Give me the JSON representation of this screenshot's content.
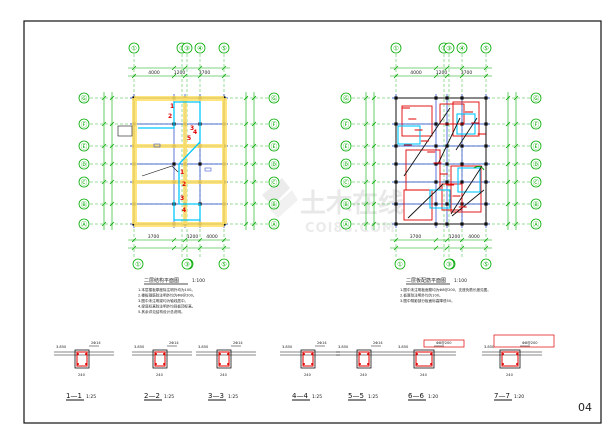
{
  "sheet": {
    "page_number": "04",
    "watermark_main": "土木在线",
    "watermark_sub": "COI88.COM"
  },
  "left_plan": {
    "top_axes": [
      "①",
      "②",
      "③",
      "④",
      "⑤"
    ],
    "bottom_axes": [
      "①",
      "②",
      "③",
      "⑤"
    ],
    "side_axes": [
      "Ⓖ",
      "Ⓕ",
      "Ⓔ",
      "Ⓓ",
      "Ⓒ",
      "Ⓑ",
      "Ⓐ"
    ],
    "top_dims": [
      "4000",
      "1200",
      "3700"
    ],
    "bottom_dims": [
      "3700",
      "1200",
      "4000"
    ],
    "slab_labels": [
      "1",
      "2",
      "3",
      "4",
      "5",
      "1",
      "2",
      "3",
      "4"
    ],
    "title": "二层结构平面图",
    "scale": "1:100",
    "notes": [
      "1.本层楼板厚度除注明外均为100。",
      "2.楼板钢筋除注明外均为Φ8@200。",
      "3.图中未注明梁均为轴线居中。",
      "4.梁底标高除注明外均同板顶标高。",
      "5.其余详见结构设计总说明。"
    ]
  },
  "right_plan": {
    "top_axes": [
      "①",
      "②",
      "③",
      "④",
      "⑤"
    ],
    "bottom_axes": [
      "①",
      "②",
      "③",
      "⑤"
    ],
    "side_axes": [
      "Ⓖ",
      "Ⓕ",
      "Ⓔ",
      "Ⓓ",
      "Ⓒ",
      "Ⓑ",
      "Ⓐ"
    ],
    "top_dims": [
      "4000",
      "1200",
      "3700"
    ],
    "bottom_dims": [
      "3700",
      "1200",
      "4000"
    ],
    "title": "二层板配筋平面图",
    "scale": "1:100",
    "notes": [
      "1.图中未注明板面筋均为Φ8@200，支座负筋长度见图。",
      "2.板厚除注明外均为100。",
      "3.图中阴影部分板面标高降低50。"
    ]
  },
  "sections": [
    {
      "label": "1—1",
      "scale": "1:25",
      "elev": "3.850",
      "rebar": "2Φ14",
      "width": "240"
    },
    {
      "label": "2—2",
      "scale": "1:25",
      "elev": "3.850",
      "rebar": "2Φ14",
      "width": "240"
    },
    {
      "label": "3—3",
      "scale": "1:25",
      "elev": "3.850",
      "rebar": "2Φ14",
      "width": "240"
    },
    {
      "label": "4—4",
      "scale": "1:25",
      "elev": "3.850",
      "rebar": "2Φ14",
      "width": "240"
    },
    {
      "label": "5—5",
      "scale": "1:25",
      "elev": "3.850",
      "rebar": "2Φ14",
      "width": "240"
    },
    {
      "label": "6—6",
      "scale": "1:20",
      "elev": "3.850",
      "rebar": "Φ8@200",
      "width": "240"
    },
    {
      "label": "7—7",
      "scale": "1:20",
      "elev": "3.850",
      "rebar": "Φ8@200",
      "width": "240"
    }
  ],
  "colors": {
    "axis": "#00aa00",
    "grid": "#1a3bcc",
    "beam": "#ffe066",
    "slab": "#00c8ff",
    "rebar_red": "#e00000",
    "text": "#222222"
  }
}
